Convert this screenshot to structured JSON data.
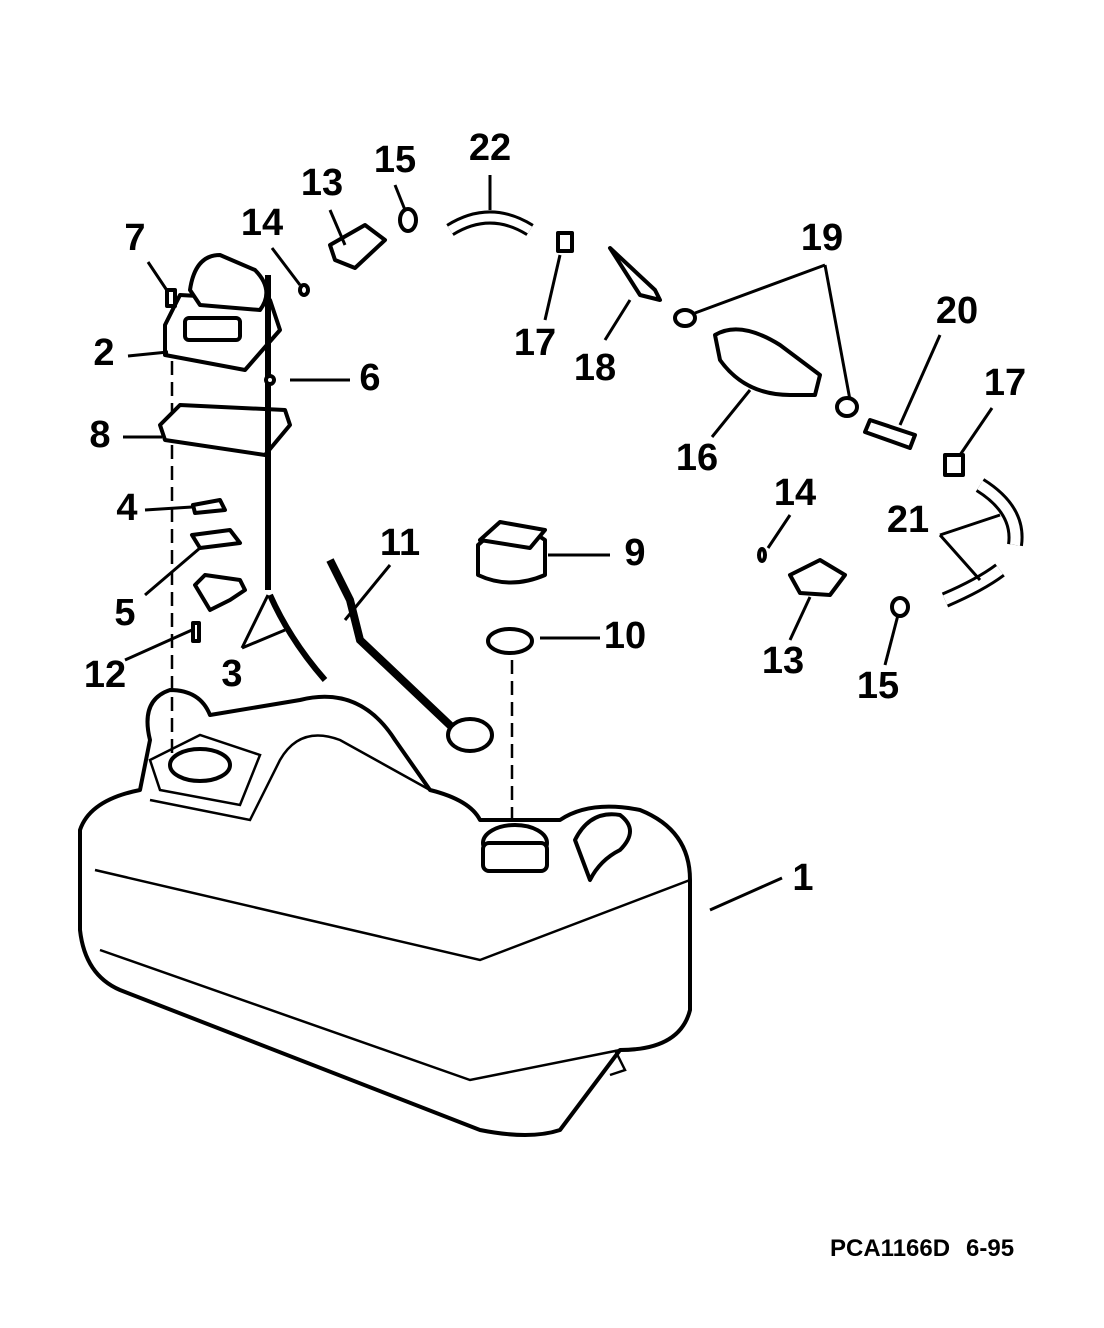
{
  "diagram": {
    "callouts": {
      "c1": "1",
      "c2": "2",
      "c3": "3",
      "c4": "4",
      "c5": "5",
      "c6": "6",
      "c7": "7",
      "c8": "8",
      "c9": "9",
      "c10": "10",
      "c11": "11",
      "c12": "12",
      "c13a": "13",
      "c13b": "13",
      "c14a": "14",
      "c14b": "14",
      "c15a": "15",
      "c15b": "15",
      "c16": "16",
      "c17a": "17",
      "c17b": "17",
      "c18": "18",
      "c19": "19",
      "c20": "20",
      "c21": "21",
      "c22": "22"
    },
    "footer": {
      "drawing_id": "PCA1166D",
      "date": "6-95"
    }
  }
}
